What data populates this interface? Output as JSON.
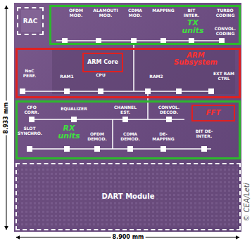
{
  "diagram": {
    "nodes": [
      {
        "text": [
          "RAC"
        ]
      },
      {
        "text": [
          "TX units"
        ]
      },
      {
        "text": [
          "ARM Subsystem"
        ]
      },
      {
        "text": [
          "ARM Core"
        ],
        "in": 2
      },
      {
        "text": [
          "RX units"
        ]
      },
      {
        "text": [
          "FFT"
        ],
        "in": 4
      },
      {
        "text": [
          "DART Module"
        ]
      }
    ],
    "labels": [
      "OFDM MOD.",
      "ALAMOUTI MOD.",
      "CDMA MOD.",
      "MAPPING",
      "BIT INTER.",
      "TURBO CODING",
      "CONVOL. CODING",
      "NoC PERF.",
      "RAM1",
      "CPU",
      "RAM2",
      "EXT RAM CTRL",
      "CFO CORR.",
      "EQUALIZER",
      "CHANNEL EST.",
      "CONVOL. DECOD.",
      "SLOT SYNCHRO.",
      "OFDM DEMOD.",
      "CDMA DEMOD.",
      "DE-MAPPING",
      "BIT DE-INTER.",
      "8.933 mm",
      "8.900 mm",
      "© CEA/Leti"
    ]
  }
}
